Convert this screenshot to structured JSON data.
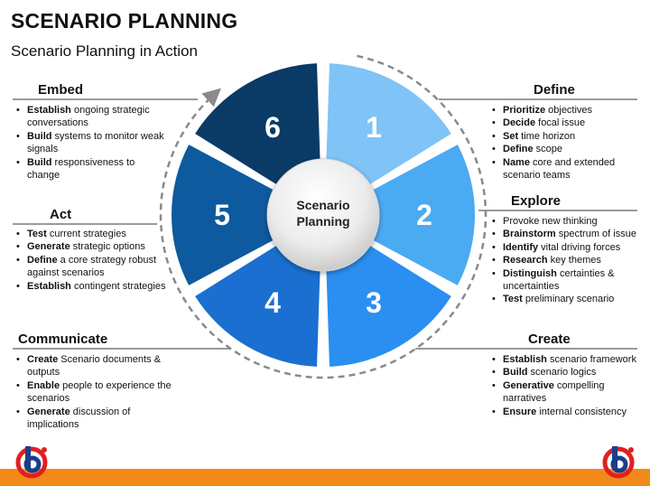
{
  "header": {
    "title": "SCENARIO PLANNING",
    "subtitle": "Scenario Planning in Action"
  },
  "wheel": {
    "center_line1": "Scenario",
    "center_line2": "Planning",
    "segments": [
      {
        "number": "1",
        "color": "#7fc3f7"
      },
      {
        "number": "2",
        "color": "#4aaaf2"
      },
      {
        "number": "3",
        "color": "#2a8ff0"
      },
      {
        "number": "4",
        "color": "#1a6fd0"
      },
      {
        "number": "5",
        "color": "#0e5a9e"
      },
      {
        "number": "6",
        "color": "#0a3a66"
      }
    ]
  },
  "sections": {
    "embed": {
      "title": "Embed",
      "items": [
        {
          "bold": "Establish",
          "rest": " ongoing strategic conversations"
        },
        {
          "bold": "Build",
          "rest": " systems to monitor weak signals"
        },
        {
          "bold": "Build",
          "rest": " responsiveness to change"
        }
      ]
    },
    "act": {
      "title": "Act",
      "items": [
        {
          "bold": "Test",
          "rest": " current strategies"
        },
        {
          "bold": "Generate",
          "rest": " strategic options"
        },
        {
          "bold": "Define",
          "rest": "  a core  strategy robust against scenarios"
        },
        {
          "bold": "Establish",
          "rest": " contingent strategies"
        }
      ]
    },
    "communicate": {
      "title": "Communicate",
      "items": [
        {
          "bold": "Create",
          "rest": " Scenario documents & outputs"
        },
        {
          "bold": "Enable",
          "rest": " people to experience the scenarios"
        },
        {
          "bold": "Generate",
          "rest": " discussion of implications"
        }
      ]
    },
    "define": {
      "title": "Define",
      "items": [
        {
          "bold": "Prioritize",
          "rest": " objectives"
        },
        {
          "bold": "Decide",
          "rest": " focal issue"
        },
        {
          "bold": "Set",
          "rest": " time horizon"
        },
        {
          "bold": "Define",
          "rest": " scope"
        },
        {
          "bold": "Name",
          "rest": " core and   extended scenario teams"
        }
      ]
    },
    "explore": {
      "title": "Explore",
      "items": [
        {
          "bold": "",
          "rest": "Provoke new thinking"
        },
        {
          "bold": "Brainstorm",
          "rest": " spectrum of issue"
        },
        {
          "bold": "Identify",
          "rest": " vital driving forces"
        },
        {
          "bold": "Research",
          "rest": " key themes"
        },
        {
          "bold": "Distinguish",
          "rest": " certainties & uncertainties"
        },
        {
          "bold": "Test",
          "rest": " preliminary scenario"
        }
      ]
    },
    "create": {
      "title": "Create",
      "items": [
        {
          "bold": "Establish",
          "rest": " scenario framework"
        },
        {
          "bold": "Build",
          "rest": " scenario logics"
        },
        {
          "bold": "Generative",
          "rest": " compelling narratives"
        },
        {
          "bold": "Ensure",
          "rest": " internal consistency"
        }
      ]
    }
  },
  "brand": {
    "bar_color": "#f28a1a",
    "logo_red": "#e02020",
    "logo_blue": "#1a3e8c"
  }
}
